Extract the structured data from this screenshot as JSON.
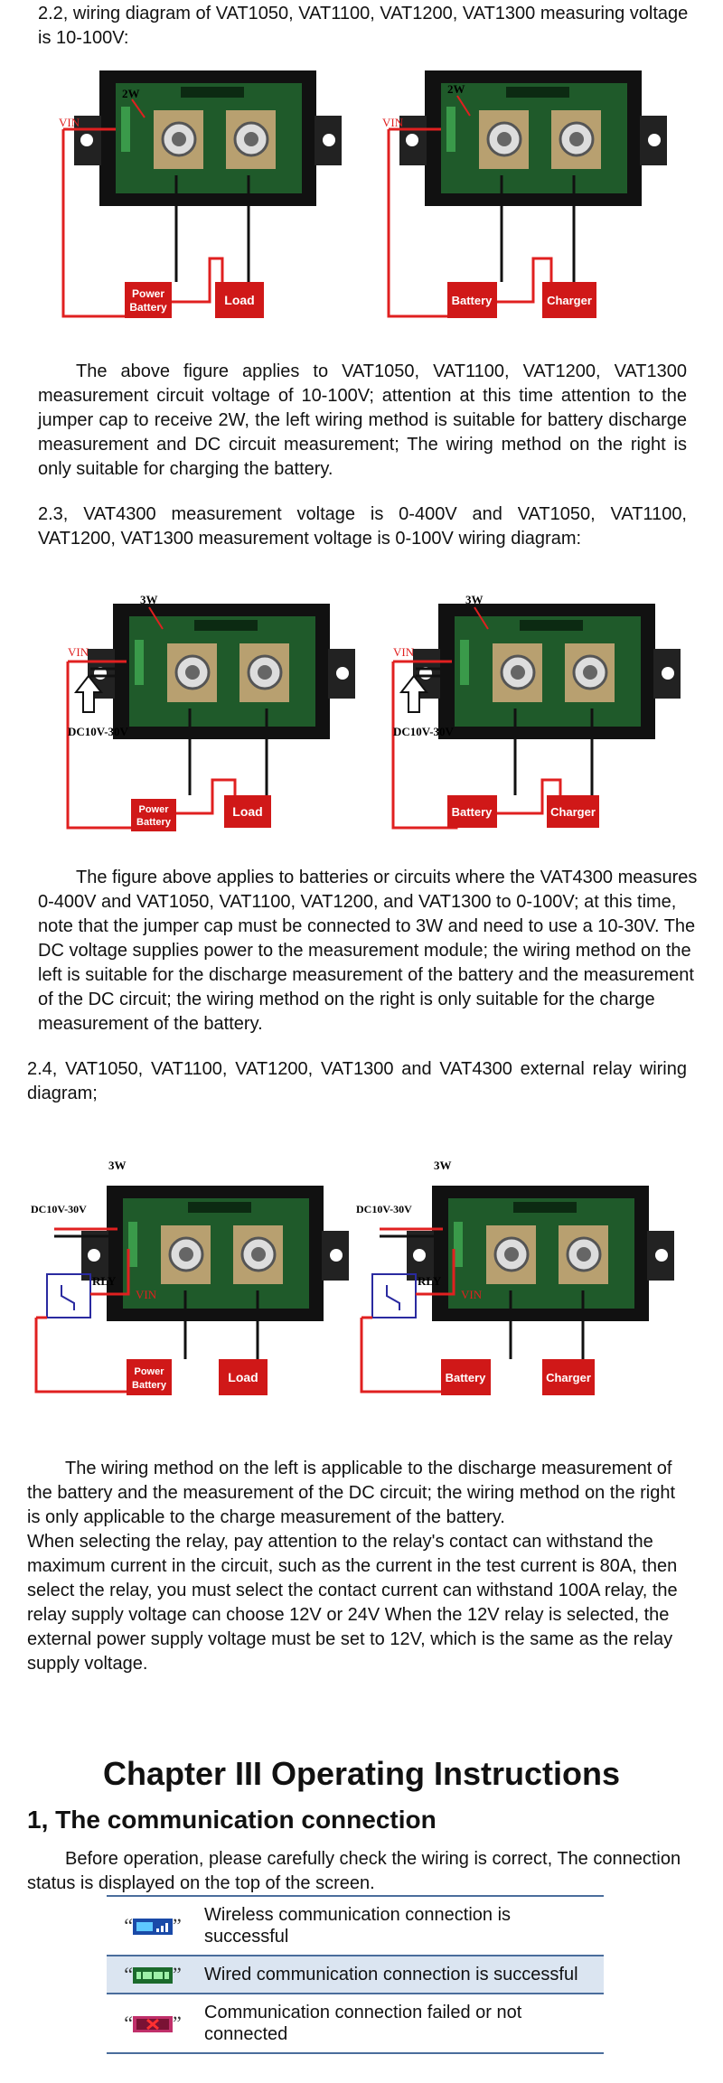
{
  "sections": {
    "s2_2": {
      "heading": "2.2, wiring diagram of VAT1050, VAT1100, VAT1200, VAT1300 measuring voltage is 10-100V:"
    },
    "p1": "The above figure applies to VAT1050, VAT1100, VAT1200, VAT1300 measurement circuit voltage of 10-100V; attention at this time attention to the jumper cap to receive 2W, the left wiring method is suitable for battery discharge measurement and DC circuit measurement; The wiring method on the right is only suitable for charging the battery.",
    "s2_3": {
      "heading": "2.3, VAT4300 measurement voltage is 0-400V and VAT1050, VAT1100, VAT1200, VAT1300 measurement voltage is 0-100V wiring diagram:"
    },
    "p2": "The figure above applies to batteries or circuits where the VAT4300 measures 0-400V and VAT1050, VAT1100, VAT1200, and VAT1300 to 0-100V; at this time, note that the jumper cap must be connected to 3W and need to use a 10-30V. The DC voltage supplies power to the measurement module; the wiring method on the left is suitable for the discharge measurement of the battery and the measurement of the DC circuit; the wiring method on the right is only suitable for the charge measurement of the battery.",
    "s2_4": {
      "heading": "2.4, VAT1050, VAT1100, VAT1200, VAT1300 and VAT4300 external relay wiring diagram;"
    },
    "p3": "The wiring method on the left is applicable to the discharge measurement of the battery and the measurement of the DC circuit; the wiring method on the right is only applicable to the charge measurement of the battery.",
    "p4": "When selecting the relay, pay attention to the relay's contact can withstand the maximum current in the circuit, such as the current in the test current is 80A, then select the relay, you must select the contact current can withstand 100A relay, the relay supply voltage can choose 12V or 24V When the 12V relay is selected, the external power supply voltage must be set to 12V, which is the same as the relay supply voltage."
  },
  "diagram_labels": {
    "w2": "2W",
    "w3": "3W",
    "vin": "VIN",
    "dc": "DC10V-30V",
    "rly": "RLY",
    "power": "Power",
    "battery_word": "Battery",
    "battery": "Battery",
    "load": "Load",
    "charger": "Charger"
  },
  "chapter": {
    "title": "Chapter III Operating Instructions",
    "subtitle": "1, The communication connection",
    "intro": "Before operation, please carefully check the wiring is correct, The connection status is displayed on the top of the screen."
  },
  "status_table": [
    {
      "icon": "wireless-signal-icon",
      "text": "Wireless communication connection is successful"
    },
    {
      "icon": "wired-connection-icon",
      "text": "Wired communication connection is successful"
    },
    {
      "icon": "connection-failed-icon",
      "text": "Communication connection failed or not connected"
    }
  ],
  "colors": {
    "wire_red": "#e02020",
    "box_red": "#d01818",
    "relay_blue": "#2a2aa0",
    "board_green": "#1f5a2a",
    "table_line": "#4a6d9c",
    "table_shade": "#dbe5f1"
  }
}
